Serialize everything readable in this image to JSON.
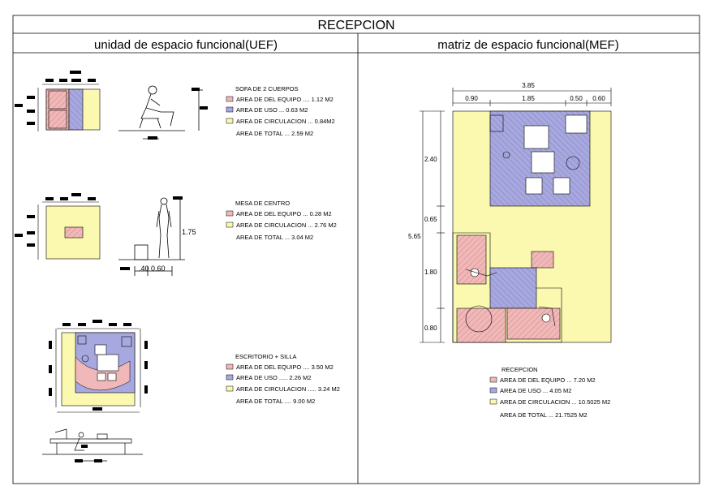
{
  "title": "RECEPCION",
  "left_header": "unidad de espacio funcional(UEF)",
  "right_header": "matriz de espacio funcional(MEF)",
  "colors": {
    "equipo": "#f0b8b8",
    "uso": "#a8a8e0",
    "circulacion": "#fbf8b0",
    "stroke": "#000000"
  },
  "sofa": {
    "title": "SOFA DE 2 CUERPOS",
    "legend": [
      "AREA DE DEL EQUIPO .... 1.12 M2",
      "AREA DE USO ... 0.63 M2",
      "AREA DE CIRCULACION ... 0.84M2"
    ],
    "total": "AREA DE TOTAL ... 2.59 M2"
  },
  "mesa": {
    "title": "MESA DE CENTRO",
    "legend": [
      "AREA DE DEL EQUIPO ... 0.28 M2",
      "AREA DE CIRCULACION ... 2.76 M2"
    ],
    "total": "AREA DE TOTAL ... 3.04 M2",
    "dim_height": "1.75",
    "dim_a": ".40",
    "dim_b": "0.60"
  },
  "escritorio": {
    "title": "ESCRITORIO + SILLA",
    "legend": [
      "AREA DE DEL EQUIPO .... 3.50 M2",
      "AREA DE USO ..... 2.26 M2",
      "AREA DE CIRCULACION ..... 3.24 M2"
    ],
    "total": "AREA DE TOTAL .... 9.00 M2"
  },
  "matrix": {
    "dim_total_width": "3.85",
    "dims_top": [
      "0.90",
      "1.85",
      "0.50",
      "0.60"
    ],
    "dims_left": [
      "2.40",
      "0.65",
      "1.80",
      "0.80"
    ],
    "dim_total_height": "5.65"
  },
  "recepcion": {
    "title": "RECEPCION",
    "legend": [
      "AREA DE DEL EQUIPO ... 7.20 M2",
      "AREA DE USO ... 4.05 M2",
      "AREA DE CIRCULACION ... 10.5025 M2"
    ],
    "total": "AREA DE TOTAL ... 21.7525 M2"
  }
}
